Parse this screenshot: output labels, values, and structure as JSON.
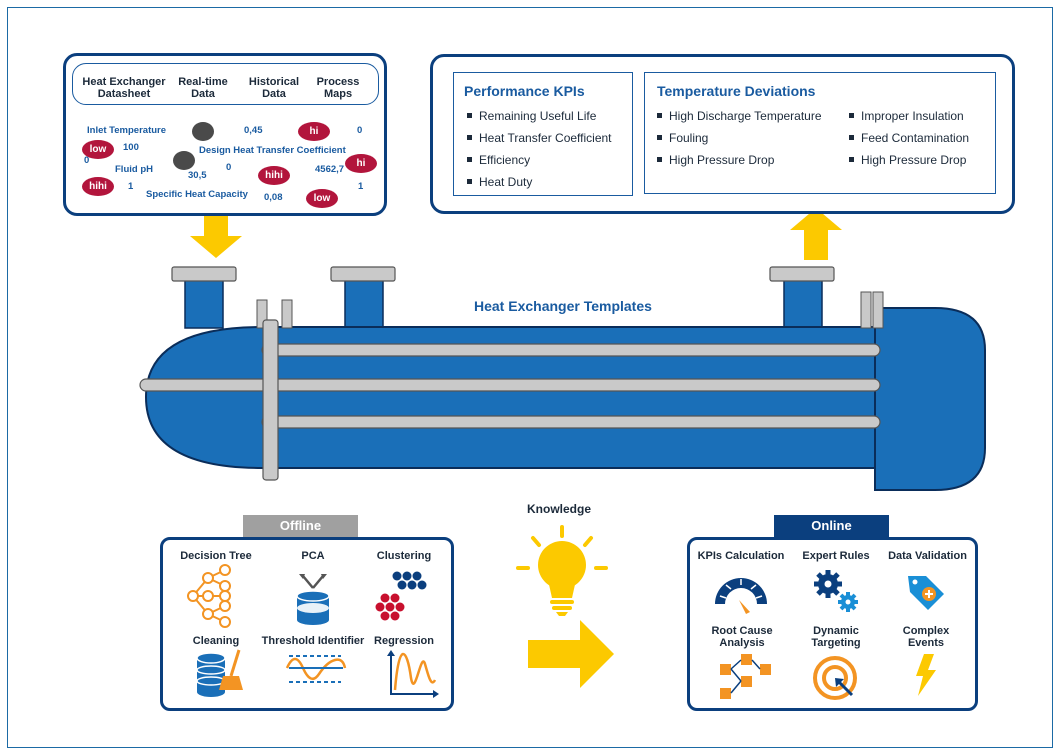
{
  "top_left": {
    "headers": [
      "Heat Exchanger Datasheet",
      "Real-time Data",
      "Historical Data",
      "Process Maps"
    ],
    "inlet_temperature": "Inlet Temperature",
    "design_htc": "Design Heat Transfer Coefficient",
    "fluid_ph": "Fluid pH",
    "specific_heat": "Specific Heat Capacity",
    "v_045": "0,45",
    "v_0a": "0",
    "v_0b": "0",
    "v_0c": "0",
    "v_100": "100",
    "v_305": "30,5",
    "v_4562": "4562,7",
    "v_1a": "1",
    "v_1b": "1",
    "v_008": "0,08",
    "pill_low1": "low",
    "pill_hi1": "hi",
    "pill_hi2": "hi",
    "pill_hihi1": "hihi",
    "pill_hihi2": "hihi",
    "pill_low2": "low"
  },
  "kpis": {
    "title": "Performance KPIs",
    "items": [
      "Remaining Useful Life",
      "Heat Transfer Coefficient",
      "Efficiency",
      "Heat Duty"
    ]
  },
  "deviations": {
    "title": "Temperature Deviations",
    "col1": [
      "High Discharge Temperature",
      "Fouling",
      "High Pressure Drop"
    ],
    "col2": [
      "Improper Insulation",
      "Feed Contamination",
      "High Pressure Drop"
    ]
  },
  "exchanger_title": "Heat Exchanger Templates",
  "knowledge": "Knowledge",
  "offline": {
    "tab": "Offline",
    "items": [
      "Decision Tree",
      "PCA",
      "Clustering",
      "Cleaning",
      "Threshold Identifier",
      "Regression"
    ]
  },
  "online": {
    "tab": "Online",
    "items": [
      "KPIs Calculation",
      "Expert Rules",
      "Data Validation",
      "Root Cause Analysis",
      "Dynamic Targeting",
      "Complex Events"
    ]
  },
  "colors": {
    "navy": "#0b3f7e",
    "blue": "#1a6fb8",
    "yellow": "#fcc900",
    "orange": "#f39423",
    "crimson": "#b2153c",
    "gray": "#a0a0a0"
  }
}
